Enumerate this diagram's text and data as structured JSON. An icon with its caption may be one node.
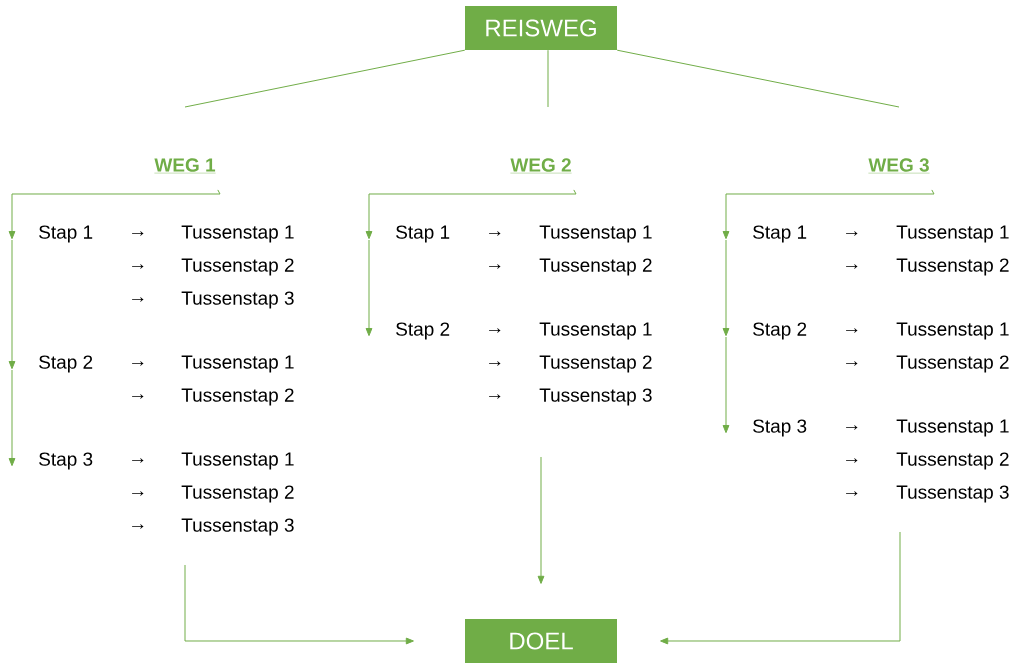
{
  "diagram": {
    "nodes": [
      {
        "text": [
          "REISWEG"
        ]
      },
      {
        "text": [
          "WEG 1"
        ]
      },
      {
        "text": [
          "WEG 2"
        ]
      },
      {
        "text": [
          "WEG 3"
        ]
      },
      {
        "text": [
          "Stap 1"
        ]
      },
      {
        "text": [
          "Tussenstap 1"
        ]
      },
      {
        "text": [
          "Tussenstap 2"
        ]
      },
      {
        "text": [
          "Tussenstap 3"
        ]
      },
      {
        "text": [
          "Stap 2"
        ]
      },
      {
        "text": [
          "Tussenstap 1"
        ]
      },
      {
        "text": [
          "Tussenstap 2"
        ]
      },
      {
        "text": [
          "Stap 3"
        ]
      },
      {
        "text": [
          "Tussenstap 1"
        ]
      },
      {
        "text": [
          "Tussenstap 2"
        ]
      },
      {
        "text": [
          "Tussenstap 3"
        ]
      },
      {
        "text": [
          "Stap 1"
        ]
      },
      {
        "text": [
          "Tussenstap 1"
        ]
      },
      {
        "text": [
          "Tussenstap 2"
        ]
      },
      {
        "text": [
          "Stap 2"
        ]
      },
      {
        "text": [
          "Tussenstap 1"
        ]
      },
      {
        "text": [
          "Tussenstap 2"
        ]
      },
      {
        "text": [
          "Tussenstap 3"
        ]
      },
      {
        "text": [
          "Stap 1"
        ]
      },
      {
        "text": [
          "Tussenstap 1"
        ]
      },
      {
        "text": [
          "Tussenstap 2"
        ]
      },
      {
        "text": [
          "Stap 2"
        ]
      },
      {
        "text": [
          "Tussenstap 1"
        ]
      },
      {
        "text": [
          "Tussenstap 2"
        ]
      },
      {
        "text": [
          "Stap 3"
        ]
      },
      {
        "text": [
          "Tussenstap 1"
        ]
      },
      {
        "text": [
          "Tussenstap 2"
        ]
      },
      {
        "text": [
          "Tussenstap 3"
        ]
      },
      {
        "text": [
          "DOEL"
        ]
      }
    ],
    "edges": [
      {
        "from": 0,
        "to": 1,
        "arrow": "none"
      },
      {
        "from": 0,
        "to": 2,
        "arrow": "none"
      },
      {
        "from": 0,
        "to": 3,
        "arrow": "none"
      },
      {
        "from": 1,
        "to": 4,
        "arrow": "to"
      },
      {
        "from": 4,
        "to": 8,
        "arrow": "to"
      },
      {
        "from": 8,
        "to": 11,
        "arrow": "to"
      },
      {
        "from": 2,
        "to": 15,
        "arrow": "to"
      },
      {
        "from": 15,
        "to": 18,
        "arrow": "to"
      },
      {
        "from": 3,
        "to": 22,
        "arrow": "to"
      },
      {
        "from": 22,
        "to": 25,
        "arrow": "to"
      },
      {
        "from": 25,
        "to": 28,
        "arrow": "to"
      },
      {
        "from": 14,
        "to": 32,
        "arrow": "to"
      },
      {
        "from": 21,
        "to": 32,
        "arrow": "to"
      },
      {
        "from": 31,
        "to": 32,
        "arrow": "to"
      }
    ],
    "labels": [
      "→",
      "→",
      "→",
      "→",
      "→",
      "→",
      "→",
      "→",
      "→",
      "→",
      "→",
      "→",
      "→",
      "→",
      "→",
      "→",
      "→",
      "→",
      "→",
      "→"
    ]
  }
}
